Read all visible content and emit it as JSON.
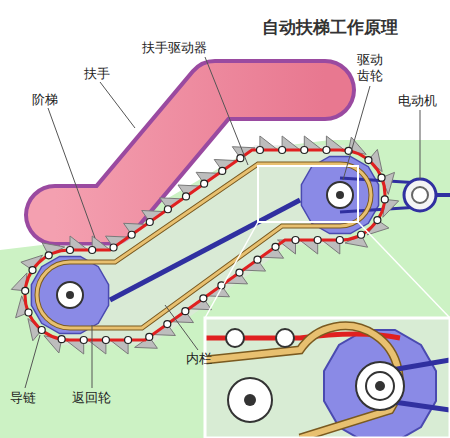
{
  "diagram": {
    "title": "自动扶梯工作原理",
    "labels": [
      "扶手驱动器",
      "扶手",
      "驱动 齿轮",
      "电动机",
      "阶梯",
      "内栏",
      "导链",
      "返回轮"
    ]
  }
}
